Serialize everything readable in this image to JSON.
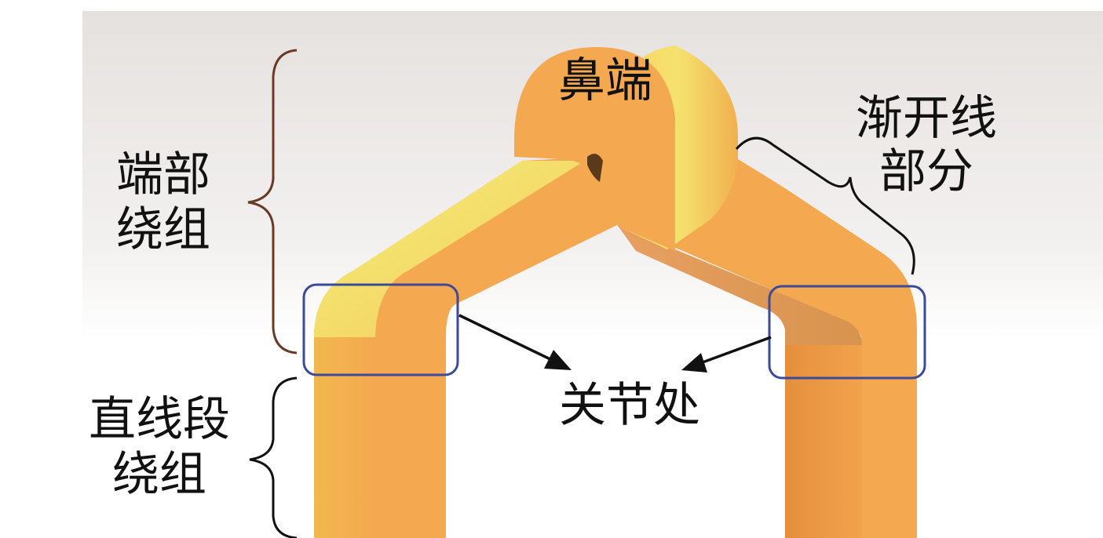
{
  "labels": {
    "nose": "鼻端",
    "end_winding": [
      "端部",
      "绕组"
    ],
    "involute": [
      "渐开线",
      "部分"
    ],
    "straight": [
      "直线段",
      "绕组"
    ],
    "joint": "关节处"
  },
  "colors": {
    "copper_main": "#f4a850",
    "copper_dark": "#e08a33",
    "copper_highlight": "#f3ef6e",
    "box_outline": "#3b4a9a",
    "brace_end": "#6b3a26",
    "brace_other": "#111111",
    "bg_top": "#e7e3e1"
  },
  "icons": {
    "joint_arrow": "arrow-icon",
    "brace": "curly-brace-icon"
  }
}
